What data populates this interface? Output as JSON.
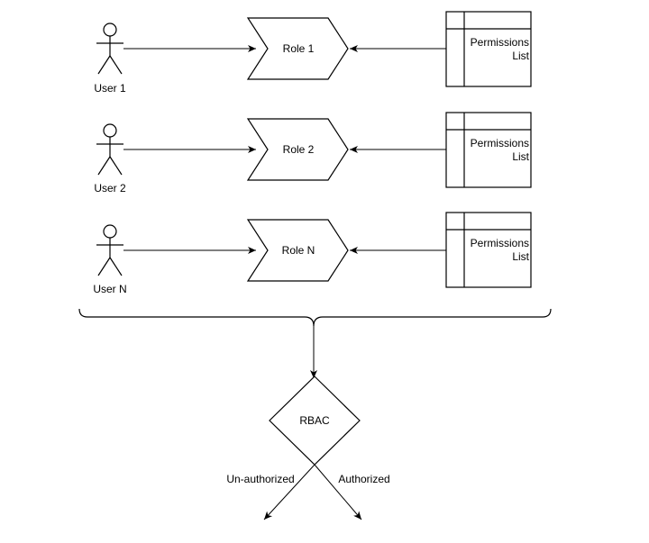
{
  "rows": [
    {
      "user": "User 1",
      "role": "Role 1",
      "permissions": [
        "Permissions",
        "List"
      ]
    },
    {
      "user": "User 2",
      "role": "Role 2",
      "permissions": [
        "Permissions",
        "List"
      ]
    },
    {
      "user": "User N",
      "role": "Role N",
      "permissions": [
        "Permissions",
        "List"
      ]
    }
  ],
  "decision": {
    "label": "RBAC",
    "left_branch": "Un-authorized",
    "right_branch": "Authorized"
  }
}
